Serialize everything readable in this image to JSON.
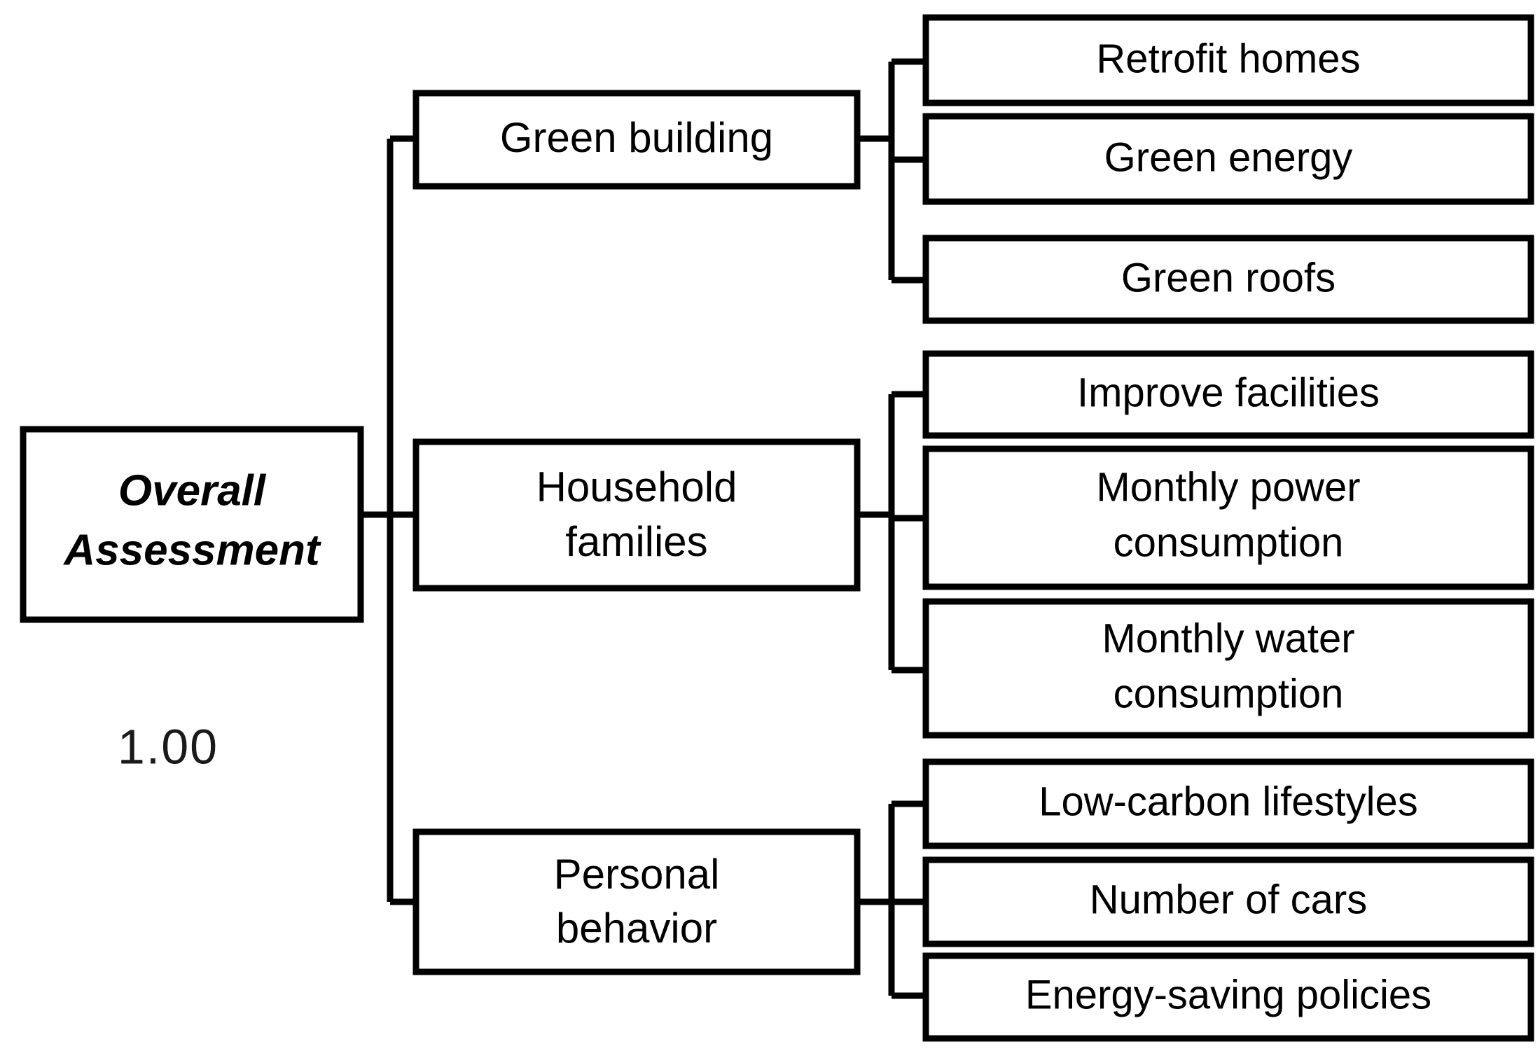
{
  "diagram": {
    "type": "hierarchy-tree",
    "title_node": {
      "label_line1": "Overall",
      "label_line2": "Assessment",
      "score": "1.00"
    },
    "branches": [
      {
        "label": "Green building",
        "label_line1": "Green building",
        "label_line2": "",
        "leaves": [
          {
            "label_line1": "Retrofit homes",
            "label_line2": ""
          },
          {
            "label_line1": "Green energy",
            "label_line2": ""
          },
          {
            "label_line1": "Green roofs",
            "label_line2": ""
          }
        ]
      },
      {
        "label": "Household families",
        "label_line1": "Household",
        "label_line2": "families",
        "leaves": [
          {
            "label_line1": "Improve facilities",
            "label_line2": ""
          },
          {
            "label_line1": "Monthly power",
            "label_line2": "consumption"
          },
          {
            "label_line1": "Monthly water",
            "label_line2": "consumption"
          }
        ]
      },
      {
        "label": "Personal behavior",
        "label_line1": "Personal",
        "label_line2": "behavior",
        "leaves": [
          {
            "label_line1": "Low-carbon lifestyles",
            "label_line2": ""
          },
          {
            "label_line1": "Number of cars",
            "label_line2": ""
          },
          {
            "label_line1": "Energy-saving policies",
            "label_line2": ""
          }
        ]
      }
    ],
    "colors": {
      "background": "#ffffff",
      "stroke": "#000000",
      "text": "#000000"
    }
  }
}
